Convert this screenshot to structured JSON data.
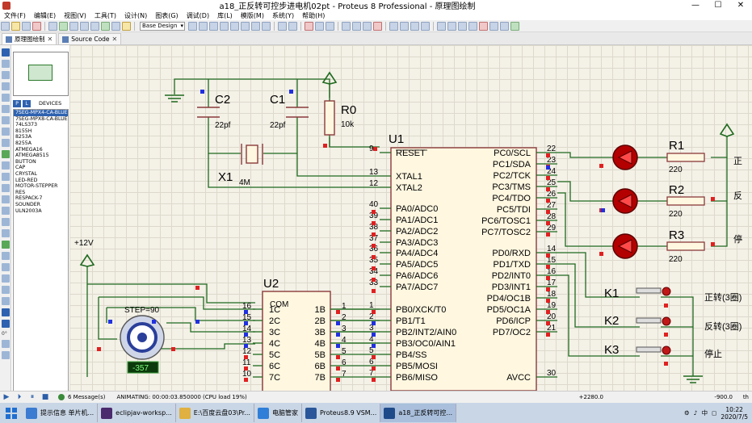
{
  "window": {
    "title": "a18_正反转可控步进电机02pt - Proteus 8 Professional - 原理图绘制",
    "minimize": "—",
    "maximize": "☐",
    "close": "✕"
  },
  "menu": [
    "文件(F)",
    "编辑(E)",
    "视图(V)",
    "工具(T)",
    "设计(N)",
    "图表(G)",
    "调试(D)",
    "库(L)",
    "模版(M)",
    "系统(Y)",
    "帮助(H)"
  ],
  "toolbar": {
    "design_select": "Base Design"
  },
  "tabs": [
    {
      "label": "原理图绘制",
      "close": "✕",
      "active": true
    },
    {
      "label": "Source Code",
      "close": "✕",
      "active": false
    }
  ],
  "device_panel": {
    "p_label": "P",
    "l_label": "L",
    "header": "DEVICES",
    "items": [
      "7SEG-MPX4-CA-BLUE",
      "7SEG-MPX8-CA-BLUE",
      "74LS373",
      "8155H",
      "8253A",
      "8255A",
      "ATMEGA16",
      "ATMEGA8515",
      "BUTTON",
      "CAP",
      "CRYSTAL",
      "LED-RED",
      "MOTOR-STEPPER",
      "RES",
      "RESPACK-7",
      "SOUNDER",
      "ULN2003A"
    ],
    "selected_index": 0
  },
  "left_rotation": "0°",
  "schematic": {
    "c2": {
      "ref": "C2",
      "value": "22pf"
    },
    "c1": {
      "ref": "C1",
      "value": "22pf"
    },
    "r0": {
      "ref": "R0",
      "value": "10k"
    },
    "x1": {
      "ref": "X1",
      "value": "4M"
    },
    "u1": {
      "ref": "U1",
      "left_pins": [
        {
          "num": "9",
          "name": "RESET"
        },
        {
          "num": "13",
          "name": "XTAL1"
        },
        {
          "num": "12",
          "name": "XTAL2"
        },
        {
          "num": "40",
          "name": "PA0/ADC0"
        },
        {
          "num": "39",
          "name": "PA1/ADC1"
        },
        {
          "num": "38",
          "name": "PA2/ADC2"
        },
        {
          "num": "37",
          "name": "PA3/ADC3"
        },
        {
          "num": "36",
          "name": "PA4/ADC4"
        },
        {
          "num": "35",
          "name": "PA5/ADC5"
        },
        {
          "num": "34",
          "name": "PA6/ADC6"
        },
        {
          "num": "33",
          "name": "PA7/ADC7"
        },
        {
          "num": "1",
          "name": "PB0/XCK/T0"
        },
        {
          "num": "2",
          "name": "PB1/T1"
        },
        {
          "num": "3",
          "name": "PB2/INT2/AIN0"
        },
        {
          "num": "4",
          "name": "PB3/OC0/AIN1"
        },
        {
          "num": "5",
          "name": "PB4/SS"
        },
        {
          "num": "6",
          "name": "PB5/MOSI"
        },
        {
          "num": "7",
          "name": "PB6/MISO"
        }
      ],
      "right_pins": [
        {
          "num": "22",
          "name": "PC0/SCL"
        },
        {
          "num": "23",
          "name": "PC1/SDA"
        },
        {
          "num": "24",
          "name": "PC2/TCK"
        },
        {
          "num": "25",
          "name": "PC3/TMS"
        },
        {
          "num": "26",
          "name": "PC4/TDO"
        },
        {
          "num": "27",
          "name": "PC5/TDI"
        },
        {
          "num": "28",
          "name": "PC6/TOSC1"
        },
        {
          "num": "29",
          "name": "PC7/TOSC2"
        },
        {
          "num": "14",
          "name": "PD0/RXD"
        },
        {
          "num": "15",
          "name": "PD1/TXD"
        },
        {
          "num": "16",
          "name": "PD2/INT0"
        },
        {
          "num": "17",
          "name": "PD3/INT1"
        },
        {
          "num": "18",
          "name": "PD4/OC1B"
        },
        {
          "num": "19",
          "name": "PD5/OC1A"
        },
        {
          "num": "20",
          "name": "PD6/ICP"
        },
        {
          "num": "21",
          "name": "PD7/OC2"
        },
        {
          "num": "30",
          "name": "AVCC"
        }
      ]
    },
    "r1": {
      "ref": "R1",
      "value": "220"
    },
    "r2": {
      "ref": "R2",
      "value": "220"
    },
    "r3": {
      "ref": "R3",
      "value": "220"
    },
    "zheng": "正",
    "fan": "反",
    "ting": "停",
    "k1": {
      "ref": "K1",
      "label": "正转(3圈)"
    },
    "k2": {
      "ref": "K2",
      "label": "反转(3圈)"
    },
    "k3": {
      "ref": "K3",
      "label": "停止"
    },
    "power_label": "+12V",
    "u2": {
      "ref": "U2",
      "com": "COM",
      "left_pins": [
        {
          "num": "16",
          "name": "1C"
        },
        {
          "num": "15",
          "name": "2C"
        },
        {
          "num": "14",
          "name": "3C"
        },
        {
          "num": "13",
          "name": "4C"
        },
        {
          "num": "12",
          "name": "5C"
        },
        {
          "num": "11",
          "name": "6C"
        },
        {
          "num": "10",
          "name": "7C"
        }
      ],
      "right_pins": [
        {
          "num": "1",
          "name": "1B"
        },
        {
          "num": "2",
          "name": "2B"
        },
        {
          "num": "3",
          "name": "3B"
        },
        {
          "num": "4",
          "name": "4B"
        },
        {
          "num": "5",
          "name": "5B"
        },
        {
          "num": "6",
          "name": "6B"
        },
        {
          "num": "7",
          "name": "7B"
        }
      ]
    },
    "motor": {
      "step_label": "STEP=90",
      "reading": "-357"
    }
  },
  "status": {
    "messages": "6 Message(s)",
    "animating": "ANIMATING: 00:00:03.850000 (CPU load 19%)",
    "coord_x": "+2280.0",
    "coord_y": "-900.0",
    "units": "th"
  },
  "taskbar": {
    "items": [
      {
        "label": "提示信息 单片机...",
        "color": "#3b7bd1"
      },
      {
        "label": "eclipjav-worksp...",
        "color": "#4b2a6e"
      },
      {
        "label": "E:\\百度云盘03\\Pr...",
        "color": "#e0b040"
      },
      {
        "label": "电脑管家",
        "color": "#2f7fd8"
      },
      {
        "label": "Proteus8.9 VSM...",
        "color": "#2b579a"
      },
      {
        "label": "a18_正反转可控...",
        "color": "#1f4a8a"
      }
    ],
    "tray_icons": [
      "⚙",
      "♪",
      "中",
      "◻"
    ],
    "time": "10:22",
    "date": "2020/7/5"
  }
}
